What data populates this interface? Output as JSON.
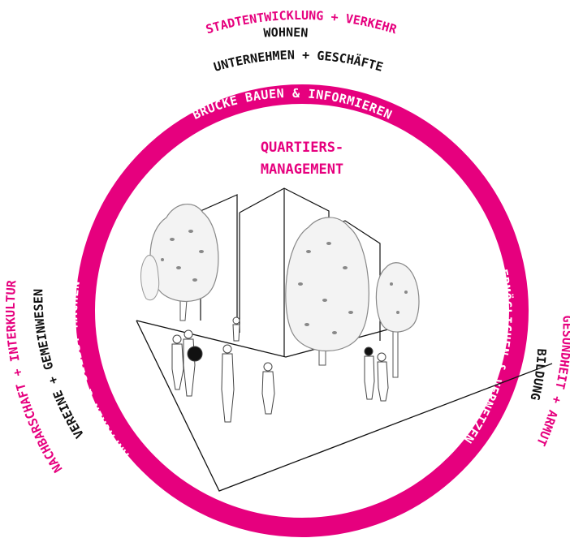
{
  "colors": {
    "accent": "#e6007e",
    "text": "#111111",
    "ring_text": "#ffffff",
    "background": "#ffffff"
  },
  "center": {
    "title_line1": "QUARTIERS-",
    "title_line2": "MANAGEMENT"
  },
  "ring_labels": {
    "top": "BRÜCKE BAUEN & INFORMIEREN",
    "right": "ERMÖGLICHEN & VERNETZEN",
    "left": "ANPACKEN & SELBST MACHEN"
  },
  "outer_top": {
    "line1_a": "STADTENTWICKLUNG",
    "line1_plus": " + ",
    "line1_b": "VERKEHR",
    "line2": "WOHNEN",
    "line3_a": "UNTERNEHMEN",
    "line3_plus": " + ",
    "line3_b": "GESCHÄFTE"
  },
  "outer_left": {
    "line1_a": "NACHBARSCHAFT",
    "line1_plus": " + ",
    "line1_b": "INTERKULTUR",
    "line2_a": "VEREINE",
    "line2_plus": " + ",
    "line2_b": "GEMEINWESEN"
  },
  "outer_right": {
    "line1_a": "GESUNDHEIT",
    "line1_plus": " + ",
    "line1_b": "ARMUT",
    "line2": "BILDUNG"
  },
  "icons": {
    "illustration": "neighborhood-sketch-icon"
  }
}
